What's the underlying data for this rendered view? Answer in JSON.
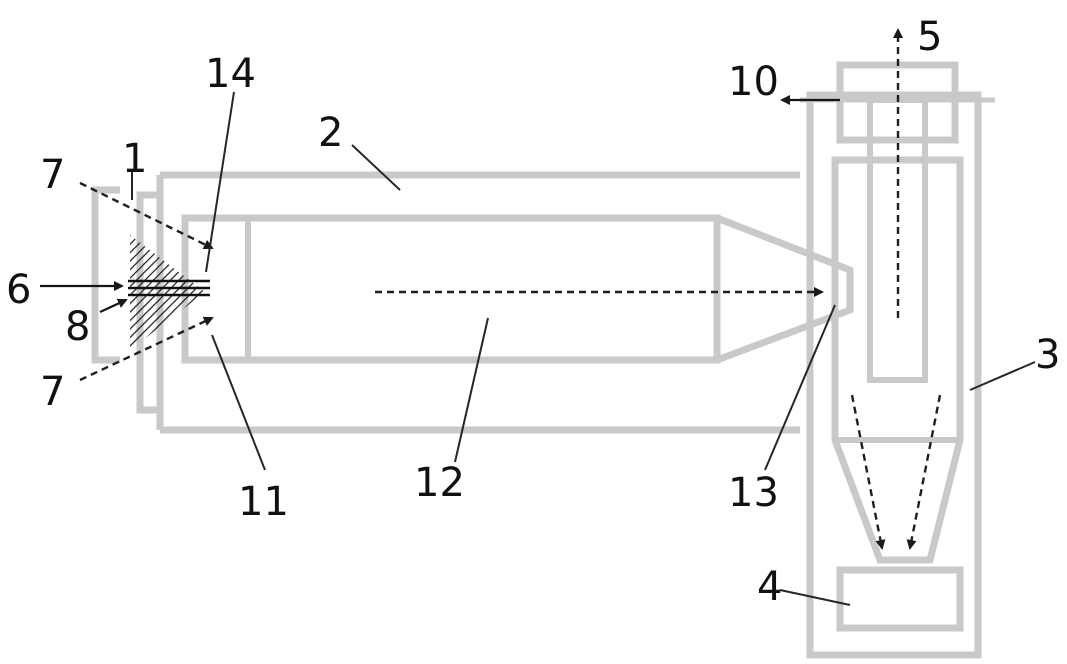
{
  "labels": {
    "n1": "1",
    "n2": "2",
    "n3": "3",
    "n4": "4",
    "n5": "5",
    "n6": "6",
    "n7a": "7",
    "n7b": "7",
    "n8": "8",
    "n10": "10",
    "n11": "11",
    "n12": "12",
    "n13": "13",
    "n14": "14"
  }
}
